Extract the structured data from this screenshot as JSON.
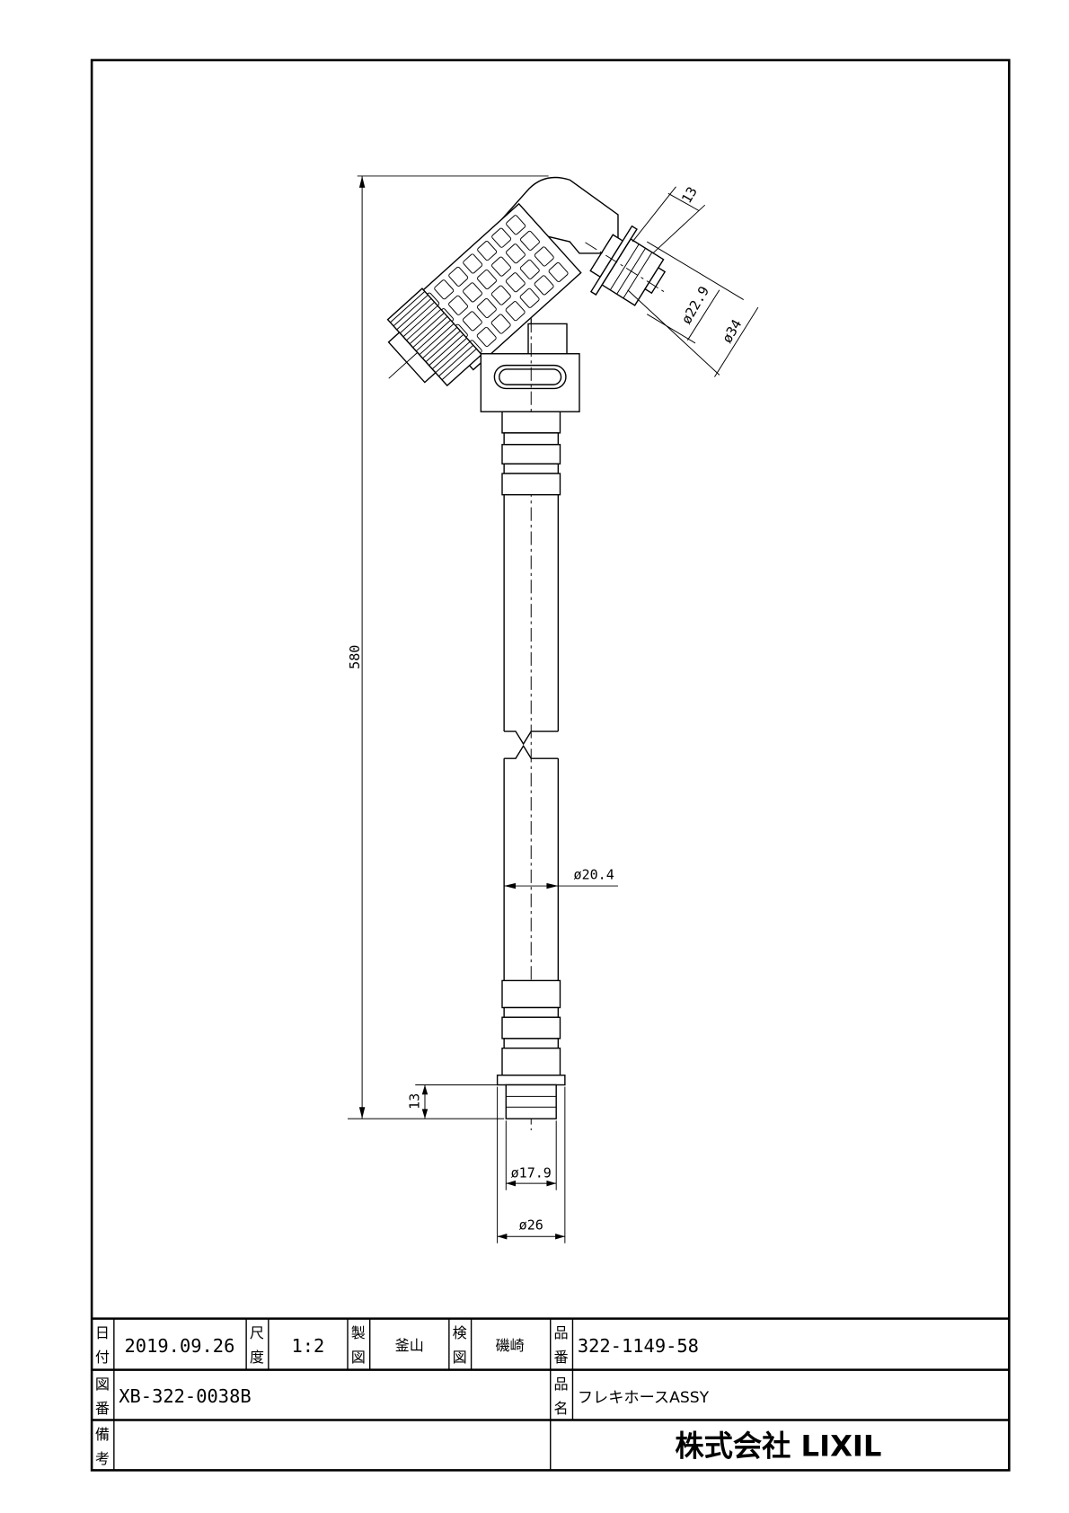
{
  "drawing": {
    "dimensions": {
      "overall_length": "580",
      "hose_diameter": "ø20.4",
      "nipple_length": "13",
      "nipple_inner_diameter": "ø17.9",
      "flange_diameter": "ø26",
      "outlet_length": "13",
      "outlet_inner_diameter": "ø22.9",
      "outlet_outer_diameter": "ø34"
    }
  },
  "title_block": {
    "date_label": [
      "日",
      "付"
    ],
    "date": "2019.09.26",
    "scale_label": [
      "尺",
      "度"
    ],
    "scale": "1:2",
    "drawn_label": [
      "製",
      "図"
    ],
    "drawn_by": "釜山",
    "checked_label": [
      "検",
      "図"
    ],
    "checked_by": "磯崎",
    "part_no_label": [
      "品",
      "番"
    ],
    "part_no": "322-1149-58",
    "drawing_no_label": [
      "図",
      "番"
    ],
    "drawing_no": "XB-322-0038B",
    "part_name_label": [
      "品",
      "名"
    ],
    "part_name": "フレキホースASSY",
    "remarks_label": [
      "備",
      "考"
    ],
    "remarks": "",
    "company": "株式会社 LIXIL"
  }
}
